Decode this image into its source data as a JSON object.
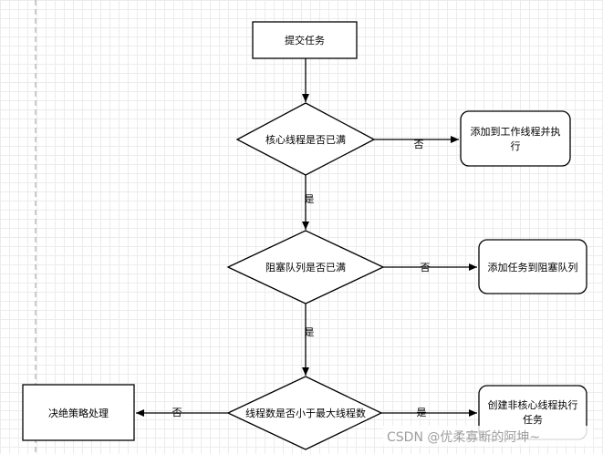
{
  "nodes": {
    "submit": "提交任务",
    "core_full": "核心线程是否已满",
    "add_worker": [
      "添加到工作线程并执",
      "行"
    ],
    "queue_full": "阻塞队列是否已满",
    "add_queue": "添加任务到阻塞队列",
    "threads_lt_max": "线程数是否小于最大线程数",
    "reject": "决绝策略处理",
    "create_noncore": [
      "创建非核心线程执行",
      "任务"
    ]
  },
  "edges": {
    "core_no": "否",
    "core_yes": "是",
    "queue_no": "否",
    "queue_yes": "是",
    "max_yes": "是",
    "max_no": "否"
  },
  "watermark": "CSDN @优柔寡断的阿坤~",
  "colors": {
    "stroke": "#000000",
    "grid": "#ececec",
    "watermark": "#9e9e9e"
  }
}
